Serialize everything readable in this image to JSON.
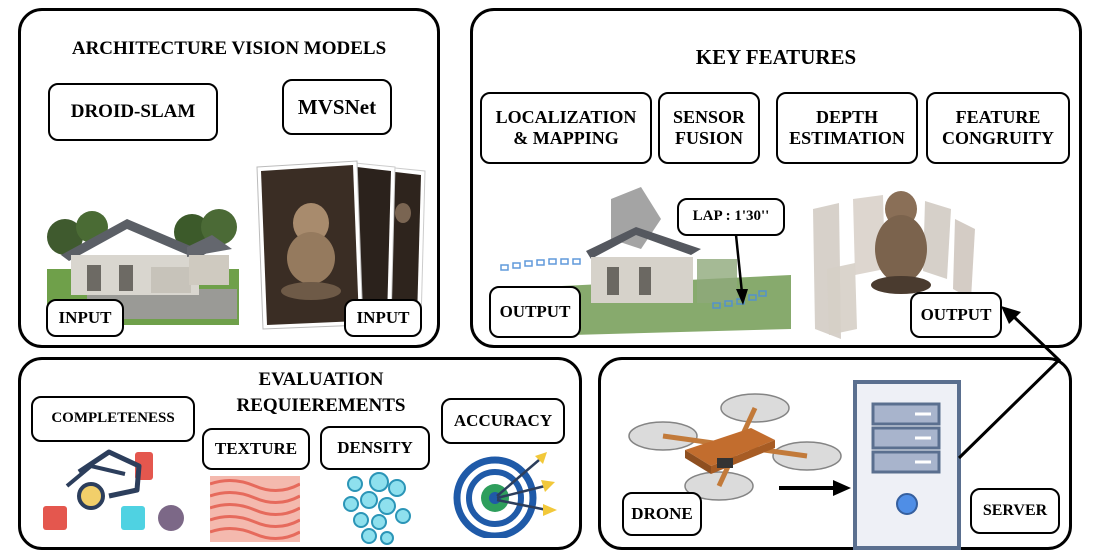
{
  "architecture": {
    "title": "ARCHITECTURE VISION MODELS",
    "models": [
      "DROID-SLAM",
      "MVSNet"
    ],
    "input_labels": [
      "INPUT",
      "INPUT"
    ]
  },
  "key_features": {
    "title": "KEY FEATURES",
    "features": [
      {
        "line1": "LOCALIZATION",
        "line2": "& MAPPING"
      },
      {
        "line1": "SENSOR",
        "line2": "FUSION"
      },
      {
        "line1": "DEPTH",
        "line2": "ESTIMATION"
      },
      {
        "line1": "FEATURE",
        "line2": "CONGRUITY"
      }
    ],
    "lap_label": "LAP : 1'30''",
    "output_labels": [
      "OUTPUT",
      "OUTPUT"
    ]
  },
  "evaluation": {
    "title_line1": "EVALUATION",
    "title_line2": "REQUIEREMENTS",
    "criteria": [
      "COMPLETENESS",
      "TEXTURE",
      "DENSITY",
      "ACCURACY"
    ]
  },
  "pipeline": {
    "drone_label": "DRONE",
    "server_label": "SERVER"
  }
}
